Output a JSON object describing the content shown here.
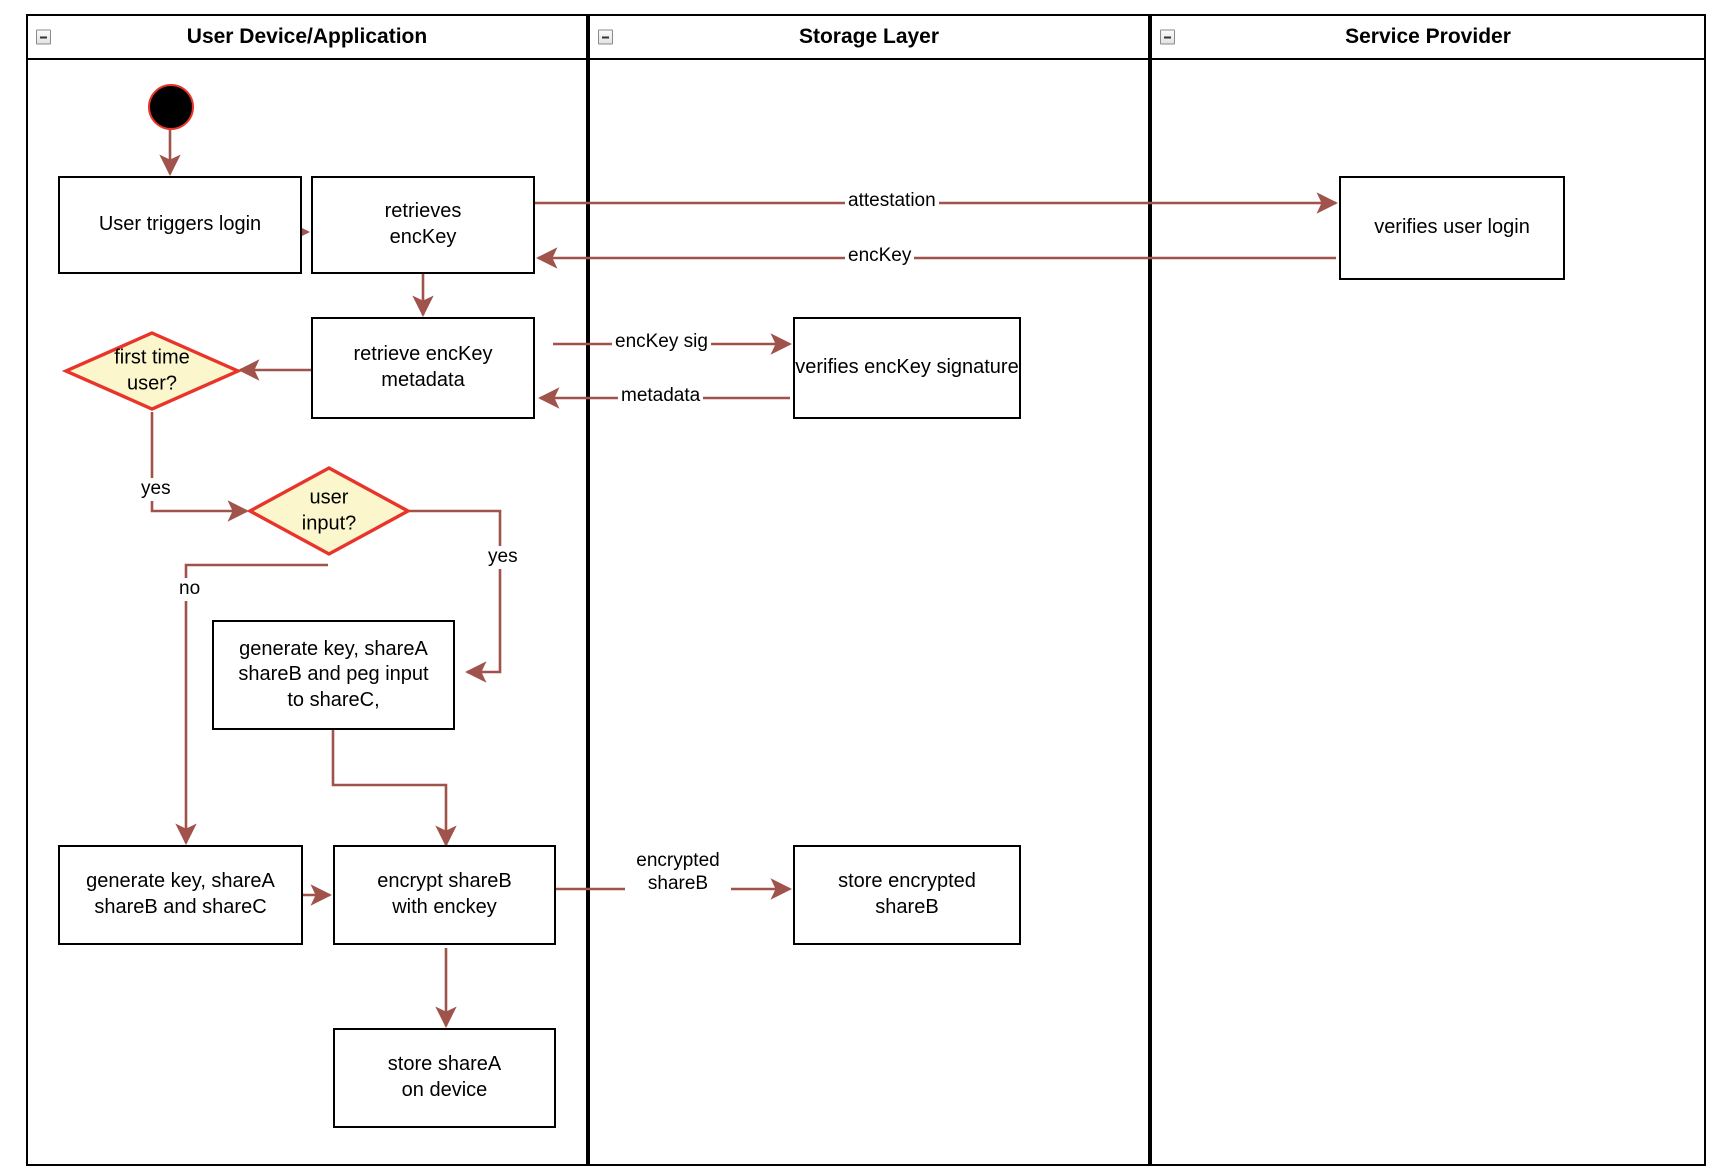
{
  "diagram": {
    "title": "Login and key-share provisioning activity diagram",
    "stroke_color": "#a0534a",
    "node_border_color": "#000000",
    "decision_fill": "#fcf6cd",
    "decision_border": "#e8342a",
    "start_fill": "#000000",
    "start_border": "#e8342a"
  },
  "lanes": [
    {
      "id": "user-device",
      "label": "User Device/Application",
      "collapse_icon": "collapse-icon"
    },
    {
      "id": "storage-layer",
      "label": "Storage Layer",
      "collapse_icon": "collapse-icon"
    },
    {
      "id": "service-provider",
      "label": "Service Provider",
      "collapse_icon": "collapse-icon"
    }
  ],
  "nodes": [
    {
      "id": "start",
      "lane": "user-device",
      "type": "start",
      "label": ""
    },
    {
      "id": "user-triggers-login",
      "lane": "user-device",
      "type": "action",
      "label": "User triggers login"
    },
    {
      "id": "retrieves-enckey",
      "lane": "user-device",
      "type": "action",
      "label": "retrieves\nencKey"
    },
    {
      "id": "retrieve-enckey-metadata",
      "lane": "user-device",
      "type": "action",
      "label": "retrieve encKey\nmetadata"
    },
    {
      "id": "first-time-user",
      "lane": "user-device",
      "type": "decision",
      "label": "first time\nuser?"
    },
    {
      "id": "user-input",
      "lane": "user-device",
      "type": "decision",
      "label": "user input?"
    },
    {
      "id": "generate-key-peg",
      "lane": "user-device",
      "type": "action",
      "label": "generate key, shareA\nshareB and peg input\nto shareC,"
    },
    {
      "id": "generate-key-sharec",
      "lane": "user-device",
      "type": "action",
      "label": "generate key, shareA\nshareB and shareC"
    },
    {
      "id": "encrypt-shareb",
      "lane": "user-device",
      "type": "action",
      "label": "encrypt shareB\nwith enckey"
    },
    {
      "id": "store-sharea",
      "lane": "user-device",
      "type": "action",
      "label": "store shareA\non device"
    },
    {
      "id": "verifies-enckey-signature",
      "lane": "storage-layer",
      "type": "action",
      "label": "verifies encKey signature"
    },
    {
      "id": "store-encrypted-shareb",
      "lane": "storage-layer",
      "type": "action",
      "label": "store encrypted\nshareB"
    },
    {
      "id": "verifies-user-login",
      "lane": "service-provider",
      "type": "action",
      "label": "verifies user login"
    }
  ],
  "edges": [
    {
      "id": "e-start-login",
      "from": "start",
      "to": "user-triggers-login",
      "label": ""
    },
    {
      "id": "e-login-retrieves",
      "from": "user-triggers-login",
      "to": "retrieves-enckey",
      "label": ""
    },
    {
      "id": "e-attestation",
      "from": "retrieves-enckey",
      "to": "verifies-user-login",
      "label": "attestation"
    },
    {
      "id": "e-enckey-back",
      "from": "verifies-user-login",
      "to": "retrieves-enckey",
      "label": "encKey"
    },
    {
      "id": "e-retrieves-metadata",
      "from": "retrieves-enckey",
      "to": "retrieve-enckey-metadata",
      "label": ""
    },
    {
      "id": "e-enckey-sig",
      "from": "retrieve-enckey-metadata",
      "to": "verifies-enckey-signature",
      "label": "encKey sig"
    },
    {
      "id": "e-metadata-back",
      "from": "verifies-enckey-signature",
      "to": "retrieve-enckey-metadata",
      "label": "metadata"
    },
    {
      "id": "e-metadata-firsttime",
      "from": "retrieve-enckey-metadata",
      "to": "first-time-user",
      "label": ""
    },
    {
      "id": "e-firsttime-yes",
      "from": "first-time-user",
      "to": "user-input",
      "label": "yes"
    },
    {
      "id": "e-userinput-yes",
      "from": "user-input",
      "to": "generate-key-peg",
      "label": "yes"
    },
    {
      "id": "e-userinput-no",
      "from": "user-input",
      "to": "generate-key-sharec",
      "label": "no"
    },
    {
      "id": "e-peg-encrypt",
      "from": "generate-key-peg",
      "to": "encrypt-shareb",
      "label": ""
    },
    {
      "id": "e-sharec-encrypt",
      "from": "generate-key-sharec",
      "to": "encrypt-shareb",
      "label": ""
    },
    {
      "id": "e-encrypted-shareb",
      "from": "encrypt-shareb",
      "to": "store-encrypted-shareb",
      "label": "encrypted\nshareB"
    },
    {
      "id": "e-encrypt-store",
      "from": "encrypt-shareb",
      "to": "store-sharea",
      "label": ""
    }
  ],
  "edge_labels": {
    "attestation": "attestation",
    "enckey": "encKey",
    "enckey_sig": "encKey sig",
    "metadata": "metadata",
    "yes_first_time": "yes",
    "yes_user_input": "yes",
    "no_user_input": "no",
    "encrypted_shareb": "encrypted\nshareB"
  }
}
